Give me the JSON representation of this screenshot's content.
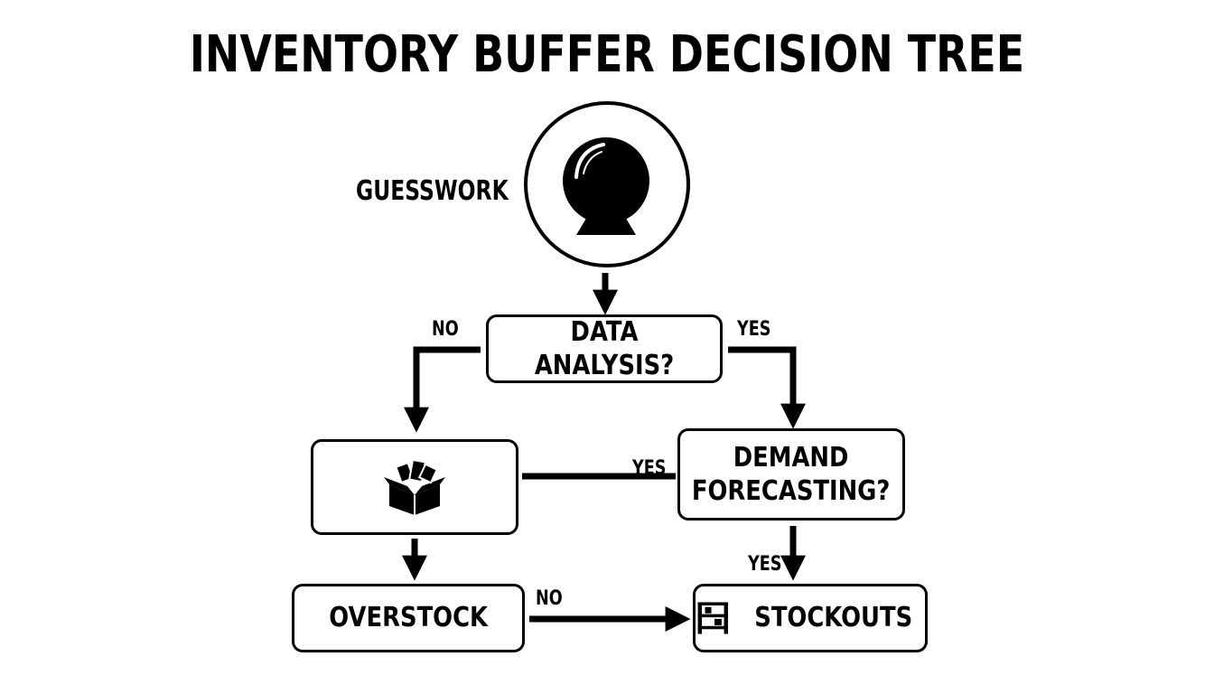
{
  "title": "INVENTORY BUFFER DECISION TREE",
  "root": {
    "label": "GUESSWORK",
    "icon": "crystal-ball-icon"
  },
  "nodes": {
    "data_analysis": "DATA ANALYSIS?",
    "demand_forecasting_line1": "DEMAND",
    "demand_forecasting_line2": "FORECASTING?",
    "box_icon": "open-box-icon",
    "overstock": "OVERSTOCK",
    "stockouts": "STOCKOUTS",
    "stockouts_icon": "shelf-icon"
  },
  "edge_labels": {
    "data_no": "NO",
    "data_yes": "YES",
    "forecast_yes_left": "YES",
    "forecast_yes_down": "YES",
    "overstock_no": "NO"
  },
  "colors": {
    "ink": "#000000",
    "background": "#ffffff"
  }
}
